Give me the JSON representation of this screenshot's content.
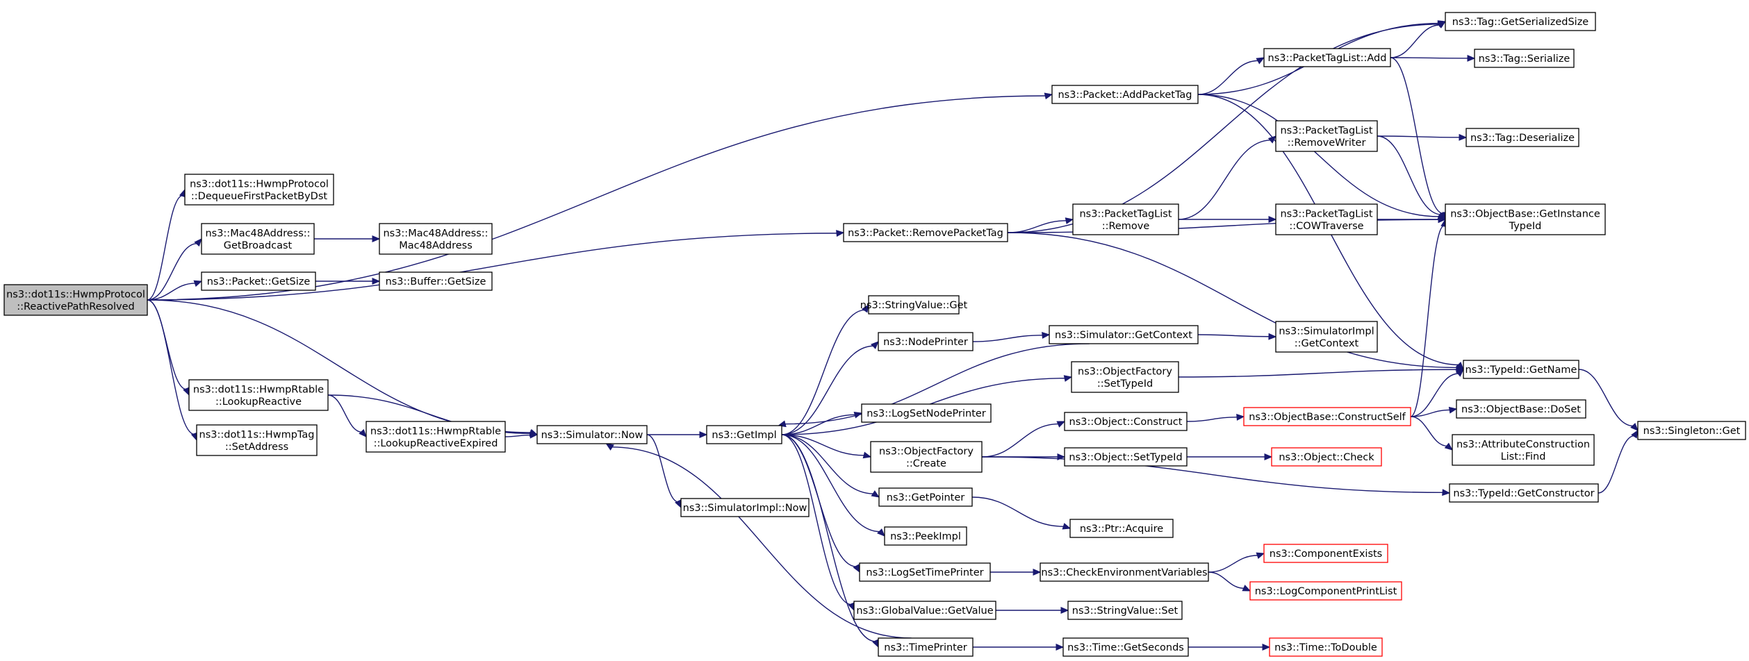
{
  "graph": {
    "title": "",
    "colors": {
      "edge": "#191970",
      "root_fill": "#bfbfbf",
      "node_fill": "#ffffff",
      "node_border": "#000000",
      "truncated_border": "#ff0000"
    },
    "nodes": [
      {
        "id": "root",
        "lines": [
          "ns3::dot11s::HwmpProtocol",
          "::ReactivePathResolved"
        ],
        "style": "root"
      },
      {
        "id": "dequeue",
        "lines": [
          "ns3::dot11s::HwmpProtocol",
          "::DequeueFirstPacketByDst"
        ]
      },
      {
        "id": "getbroadcast",
        "lines": [
          "ns3::Mac48Address::",
          "GetBroadcast"
        ]
      },
      {
        "id": "mac48",
        "lines": [
          "ns3::Mac48Address::",
          "Mac48Address"
        ]
      },
      {
        "id": "pktgetsize",
        "lines": [
          "ns3::Packet::GetSize"
        ]
      },
      {
        "id": "bufgetsize",
        "lines": [
          "ns3::Buffer::GetSize"
        ]
      },
      {
        "id": "lookupreactive",
        "lines": [
          "ns3::dot11s::HwmpRtable",
          "::LookupReactive"
        ]
      },
      {
        "id": "lookupexpired",
        "lines": [
          "ns3::dot11s::HwmpRtable",
          "::LookupReactiveExpired"
        ]
      },
      {
        "id": "setaddress",
        "lines": [
          "ns3::dot11s::HwmpTag",
          "::SetAddress"
        ]
      },
      {
        "id": "simnow",
        "lines": [
          "ns3::Simulator::Now"
        ]
      },
      {
        "id": "simimplnow",
        "lines": [
          "ns3::SimulatorImpl::Now"
        ]
      },
      {
        "id": "getimpl",
        "lines": [
          "ns3::GetImpl"
        ]
      },
      {
        "id": "removepackettag",
        "lines": [
          "ns3::Packet::RemovePacketTag"
        ]
      },
      {
        "id": "addpackettag",
        "lines": [
          "ns3::Packet::AddPacketTag"
        ]
      },
      {
        "id": "ptladd",
        "lines": [
          "ns3::PacketTagList::Add"
        ]
      },
      {
        "id": "getserializedsize",
        "lines": [
          "ns3::Tag::GetSerializedSize"
        ]
      },
      {
        "id": "tagserialize",
        "lines": [
          "ns3::Tag::Serialize"
        ]
      },
      {
        "id": "removewriter",
        "lines": [
          "ns3::PacketTagList",
          "::RemoveWriter"
        ]
      },
      {
        "id": "tagdeserialize",
        "lines": [
          "ns3::Tag::Deserialize"
        ]
      },
      {
        "id": "ptlremove",
        "lines": [
          "ns3::PacketTagList",
          "::Remove"
        ]
      },
      {
        "id": "cowtraverse",
        "lines": [
          "ns3::PacketTagList",
          "::COWTraverse"
        ]
      },
      {
        "id": "getinstancetypeid",
        "lines": [
          "ns3::ObjectBase::GetInstance",
          "TypeId"
        ]
      },
      {
        "id": "stringvalueget",
        "lines": [
          "ns3::StringValue::Get"
        ]
      },
      {
        "id": "nodeprinter",
        "lines": [
          "ns3::NodePrinter"
        ]
      },
      {
        "id": "getcontext",
        "lines": [
          "ns3::Simulator::GetContext"
        ]
      },
      {
        "id": "simimplgetcontext",
        "lines": [
          "ns3::SimulatorImpl",
          "::GetContext"
        ]
      },
      {
        "id": "settypeid",
        "lines": [
          "ns3::ObjectFactory",
          "::SetTypeId"
        ]
      },
      {
        "id": "typeidgetname",
        "lines": [
          "ns3::TypeId::GetName"
        ]
      },
      {
        "id": "singletonget",
        "lines": [
          "ns3::Singleton::Get"
        ]
      },
      {
        "id": "logsetnodeprinter",
        "lines": [
          "ns3::LogSetNodePrinter"
        ]
      },
      {
        "id": "objfactorycreate",
        "lines": [
          "ns3::ObjectFactory",
          "::Create"
        ]
      },
      {
        "id": "objconstruct",
        "lines": [
          "ns3::Object::Construct"
        ]
      },
      {
        "id": "constructself",
        "lines": [
          "ns3::ObjectBase::ConstructSelf"
        ],
        "style": "truncated"
      },
      {
        "id": "doset",
        "lines": [
          "ns3::ObjectBase::DoSet"
        ]
      },
      {
        "id": "attrfind",
        "lines": [
          "ns3::AttributeConstruction",
          "List::Find"
        ]
      },
      {
        "id": "objsettypeid",
        "lines": [
          "ns3::Object::SetTypeId"
        ]
      },
      {
        "id": "objcheck",
        "lines": [
          "ns3::Object::Check"
        ],
        "style": "truncated"
      },
      {
        "id": "getconstructor",
        "lines": [
          "ns3::TypeId::GetConstructor"
        ]
      },
      {
        "id": "getpointer",
        "lines": [
          "ns3::GetPointer"
        ]
      },
      {
        "id": "ptracquire",
        "lines": [
          "ns3::Ptr::Acquire"
        ]
      },
      {
        "id": "peekimpl",
        "lines": [
          "ns3::PeekImpl"
        ]
      },
      {
        "id": "logsettimeprinter",
        "lines": [
          "ns3::LogSetTimePrinter"
        ]
      },
      {
        "id": "checkenv",
        "lines": [
          "ns3::CheckEnvironmentVariables"
        ]
      },
      {
        "id": "componentexists",
        "lines": [
          "ns3::ComponentExists"
        ],
        "style": "truncated"
      },
      {
        "id": "logcomponentprintlist",
        "lines": [
          "ns3::LogComponentPrintList"
        ],
        "style": "truncated"
      },
      {
        "id": "globalvaluegetvalue",
        "lines": [
          "ns3::GlobalValue::GetValue"
        ]
      },
      {
        "id": "stringvalueset",
        "lines": [
          "ns3::StringValue::Set"
        ]
      },
      {
        "id": "timeprinter",
        "lines": [
          "ns3::TimePrinter"
        ]
      },
      {
        "id": "timegetseconds",
        "lines": [
          "ns3::Time::GetSeconds"
        ]
      },
      {
        "id": "timetodouble",
        "lines": [
          "ns3::Time::ToDouble"
        ],
        "style": "truncated"
      }
    ],
    "edges": [
      [
        "root",
        "addpackettag"
      ],
      [
        "root",
        "dequeue"
      ],
      [
        "root",
        "getbroadcast"
      ],
      [
        "root",
        "pktgetsize"
      ],
      [
        "root",
        "removepackettag"
      ],
      [
        "root",
        "simnow"
      ],
      [
        "root",
        "lookupreactive"
      ],
      [
        "root",
        "setaddress"
      ],
      [
        "getbroadcast",
        "mac48"
      ],
      [
        "pktgetsize",
        "bufgetsize"
      ],
      [
        "lookupreactive",
        "simnow"
      ],
      [
        "lookupreactive",
        "lookupexpired"
      ],
      [
        "lookupexpired",
        "simnow"
      ],
      [
        "simnow",
        "getimpl"
      ],
      [
        "simnow",
        "simimplnow"
      ],
      [
        "getimpl",
        "stringvalueget"
      ],
      [
        "getimpl",
        "nodeprinter"
      ],
      [
        "getimpl",
        "settypeid"
      ],
      [
        "getimpl",
        "logsetnodeprinter"
      ],
      [
        "getimpl",
        "objfactorycreate"
      ],
      [
        "getimpl",
        "getpointer"
      ],
      [
        "getimpl",
        "peekimpl"
      ],
      [
        "getimpl",
        "logsettimeprinter"
      ],
      [
        "getimpl",
        "globalvaluegetvalue"
      ],
      [
        "getimpl",
        "timeprinter"
      ],
      [
        "timeprinter",
        "simnow"
      ],
      [
        "timeprinter",
        "timegetseconds"
      ],
      [
        "getcontext",
        "getimpl"
      ],
      [
        "getcontext",
        "simimplgetcontext"
      ],
      [
        "nodeprinter",
        "getcontext"
      ],
      [
        "removepackettag",
        "ptlremove"
      ],
      [
        "removepackettag",
        "getserializedsize"
      ],
      [
        "removepackettag",
        "getinstancetypeid"
      ],
      [
        "removepackettag",
        "typeidgetname"
      ],
      [
        "addpackettag",
        "getserializedsize"
      ],
      [
        "addpackettag",
        "ptladd"
      ],
      [
        "addpackettag",
        "getinstancetypeid"
      ],
      [
        "addpackettag",
        "typeidgetname"
      ],
      [
        "ptladd",
        "getserializedsize"
      ],
      [
        "ptladd",
        "tagserialize"
      ],
      [
        "ptladd",
        "getinstancetypeid"
      ],
      [
        "ptlremove",
        "removewriter"
      ],
      [
        "ptlremove",
        "cowtraverse"
      ],
      [
        "removewriter",
        "tagdeserialize"
      ],
      [
        "removewriter",
        "getinstancetypeid"
      ],
      [
        "cowtraverse",
        "getinstancetypeid"
      ],
      [
        "settypeid",
        "typeidgetname"
      ],
      [
        "typeidgetname",
        "singletonget"
      ],
      [
        "objfactorycreate",
        "objconstruct"
      ],
      [
        "objfactorycreate",
        "objsettypeid"
      ],
      [
        "objfactorycreate",
        "getconstructor"
      ],
      [
        "objconstruct",
        "constructself"
      ],
      [
        "constructself",
        "getinstancetypeid"
      ],
      [
        "constructself",
        "typeidgetname"
      ],
      [
        "constructself",
        "doset"
      ],
      [
        "constructself",
        "attrfind"
      ],
      [
        "objsettypeid",
        "objcheck"
      ],
      [
        "getconstructor",
        "singletonget"
      ],
      [
        "getpointer",
        "ptracquire"
      ],
      [
        "logsettimeprinter",
        "checkenv"
      ],
      [
        "checkenv",
        "componentexists"
      ],
      [
        "checkenv",
        "logcomponentprintlist"
      ],
      [
        "globalvaluegetvalue",
        "stringvalueset"
      ],
      [
        "timegetseconds",
        "timetodouble"
      ]
    ]
  }
}
